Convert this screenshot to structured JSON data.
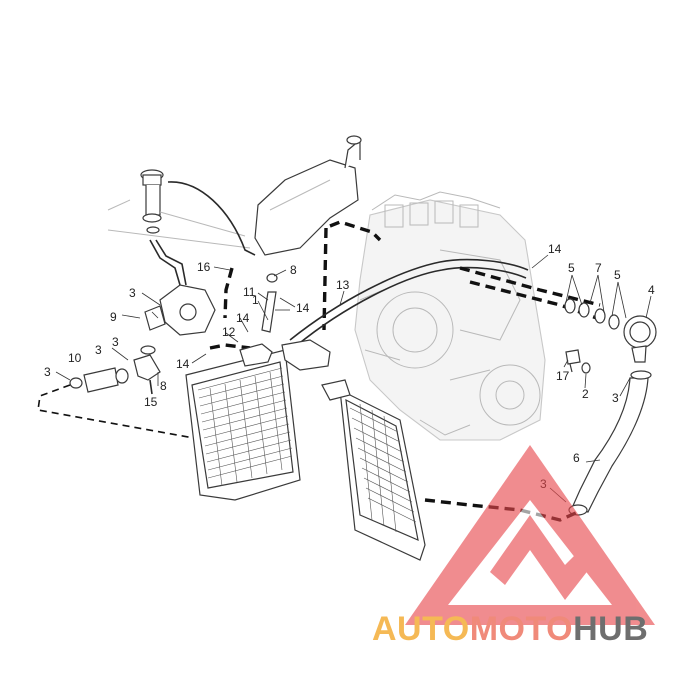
{
  "callouts": [
    {
      "id": "c1",
      "text": "1"
    },
    {
      "id": "c2",
      "text": "2"
    },
    {
      "id": "c3a",
      "text": "3"
    },
    {
      "id": "c3b",
      "text": "3"
    },
    {
      "id": "c3c",
      "text": "3"
    },
    {
      "id": "c3d",
      "text": "3"
    },
    {
      "id": "c3e",
      "text": "3"
    },
    {
      "id": "c3f",
      "text": "3"
    },
    {
      "id": "c4",
      "text": "4"
    },
    {
      "id": "c5a",
      "text": "5"
    },
    {
      "id": "c5b",
      "text": "5"
    },
    {
      "id": "c6",
      "text": "6"
    },
    {
      "id": "c7",
      "text": "7"
    },
    {
      "id": "c8a",
      "text": "8"
    },
    {
      "id": "c8b",
      "text": "8"
    },
    {
      "id": "c9",
      "text": "9"
    },
    {
      "id": "c10",
      "text": "10"
    },
    {
      "id": "c11",
      "text": "11"
    },
    {
      "id": "c12",
      "text": "12"
    },
    {
      "id": "c13",
      "text": "13"
    },
    {
      "id": "c14a",
      "text": "14"
    },
    {
      "id": "c14b",
      "text": "14"
    },
    {
      "id": "c14c",
      "text": "14"
    },
    {
      "id": "c14d",
      "text": "14"
    },
    {
      "id": "c15",
      "text": "15"
    },
    {
      "id": "c16",
      "text": "16"
    },
    {
      "id": "c17",
      "text": "17"
    }
  ],
  "watermark": {
    "part1": "AUTO",
    "part2": "MOTO",
    "part3": "HUB",
    "color1": "#f5b955",
    "color2": "#f08a7a",
    "color3": "#6e6e6e",
    "triangle_color": "#e8474b"
  }
}
